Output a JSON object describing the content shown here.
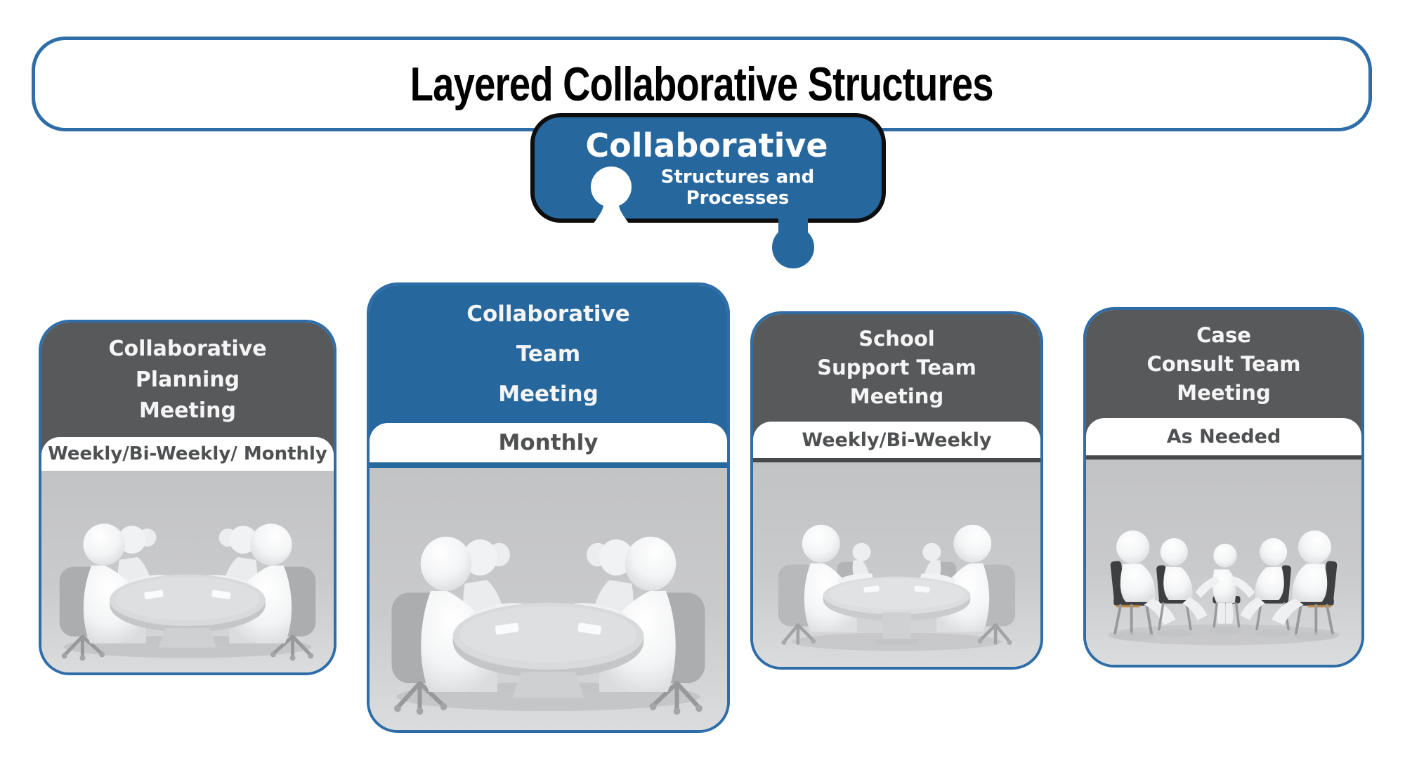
{
  "title": "Layered Collaborative Structures",
  "puzzle_piece": {
    "title": "Collaborative",
    "subtitle_line1": "Structures and",
    "subtitle_line2": "Processes"
  },
  "cards": [
    {
      "id": "collaborative-planning-meeting",
      "title_lines": [
        "Collaborative",
        "Planning",
        "Meeting"
      ],
      "frequency": "Weekly/Bi-Weekly/ Monthly",
      "style": "gray",
      "illustration": "conference-table-meeting"
    },
    {
      "id": "collaborative-team-meeting",
      "title_lines": [
        "Collaborative",
        "Team",
        "Meeting"
      ],
      "frequency": "Monthly",
      "style": "blue",
      "illustration": "conference-table-meeting"
    },
    {
      "id": "school-support-team-meeting",
      "title_lines": [
        "School",
        "Support Team",
        "Meeting"
      ],
      "frequency": "Weekly/Bi-Weekly",
      "style": "gray",
      "illustration": "round-table-meeting"
    },
    {
      "id": "case-consult-team-meeting",
      "title_lines": [
        "Case",
        "Consult Team",
        "Meeting"
      ],
      "frequency": "As Needed",
      "style": "gray",
      "illustration": "chair-circle-discussion"
    }
  ],
  "colors": {
    "accent_blue": "#26679E",
    "border_blue": "#2E6DA8",
    "header_gray": "#58595B",
    "band_text_gray": "#4F5052",
    "image_background": "#C6C7C9"
  }
}
